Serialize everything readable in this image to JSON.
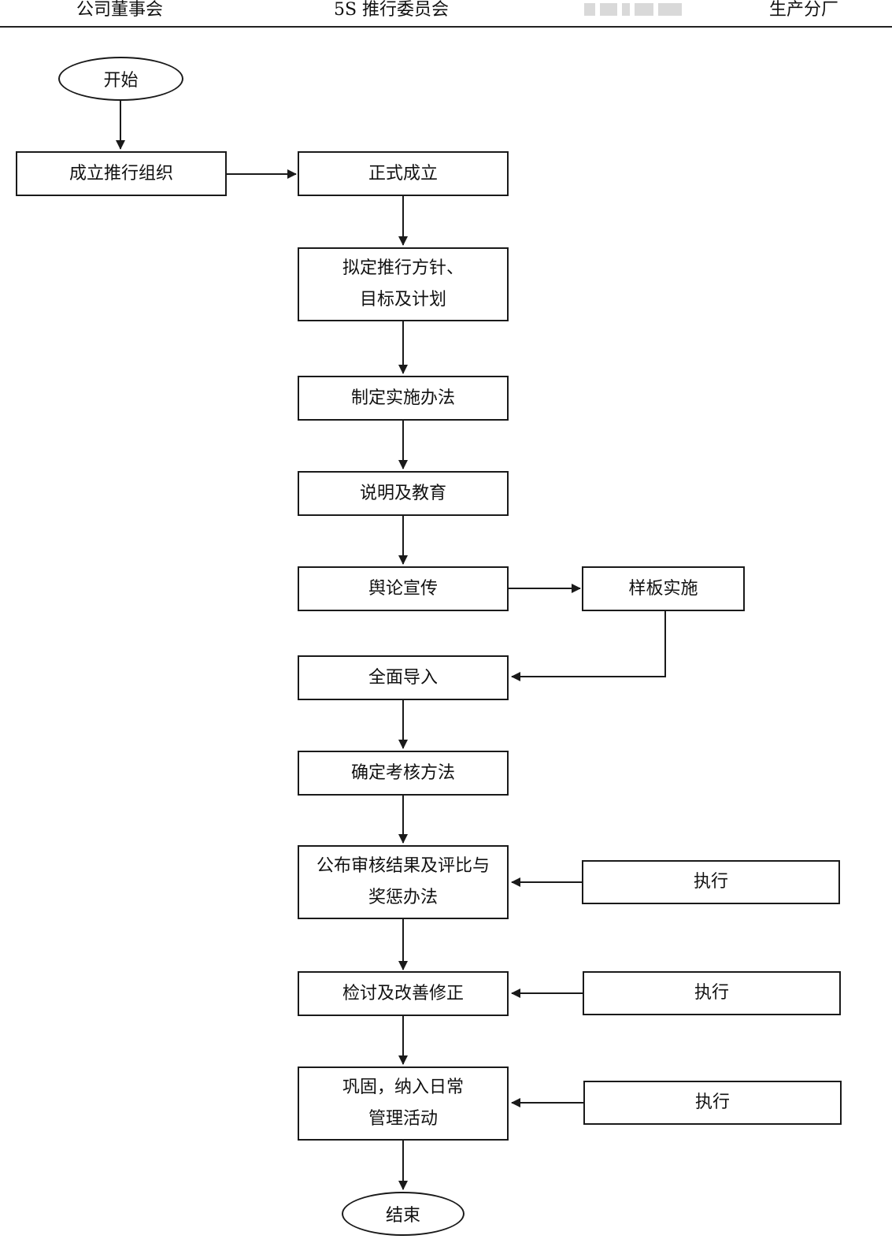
{
  "header": {
    "columns": [
      "公司董事会",
      "5S 推行委员会",
      "",
      "生产分厂"
    ]
  },
  "flow": {
    "start": "开始",
    "end": "结束",
    "establish_org": "成立推行组织",
    "formally_established": "正式成立",
    "draft_policy": [
      "拟定推行方针、",
      "目标及计划"
    ],
    "implementation_methods": "制定实施办法",
    "explain_educate": "说明及教育",
    "publicity": "舆论宣传",
    "pilot": "样板实施",
    "full_rollout": "全面导入",
    "assessment_method": "确定考核方法",
    "publish_results": [
      "公布审核结果及评比与",
      "奖惩办法"
    ],
    "review_improve": "检讨及改善修正",
    "consolidate": [
      "巩固，纳入日常",
      "管理活动"
    ],
    "execute_1": "执行",
    "execute_2": "执行",
    "execute_3": "执行"
  },
  "colors": {
    "line": "#1a1a1a",
    "background": "#ffffff"
  }
}
